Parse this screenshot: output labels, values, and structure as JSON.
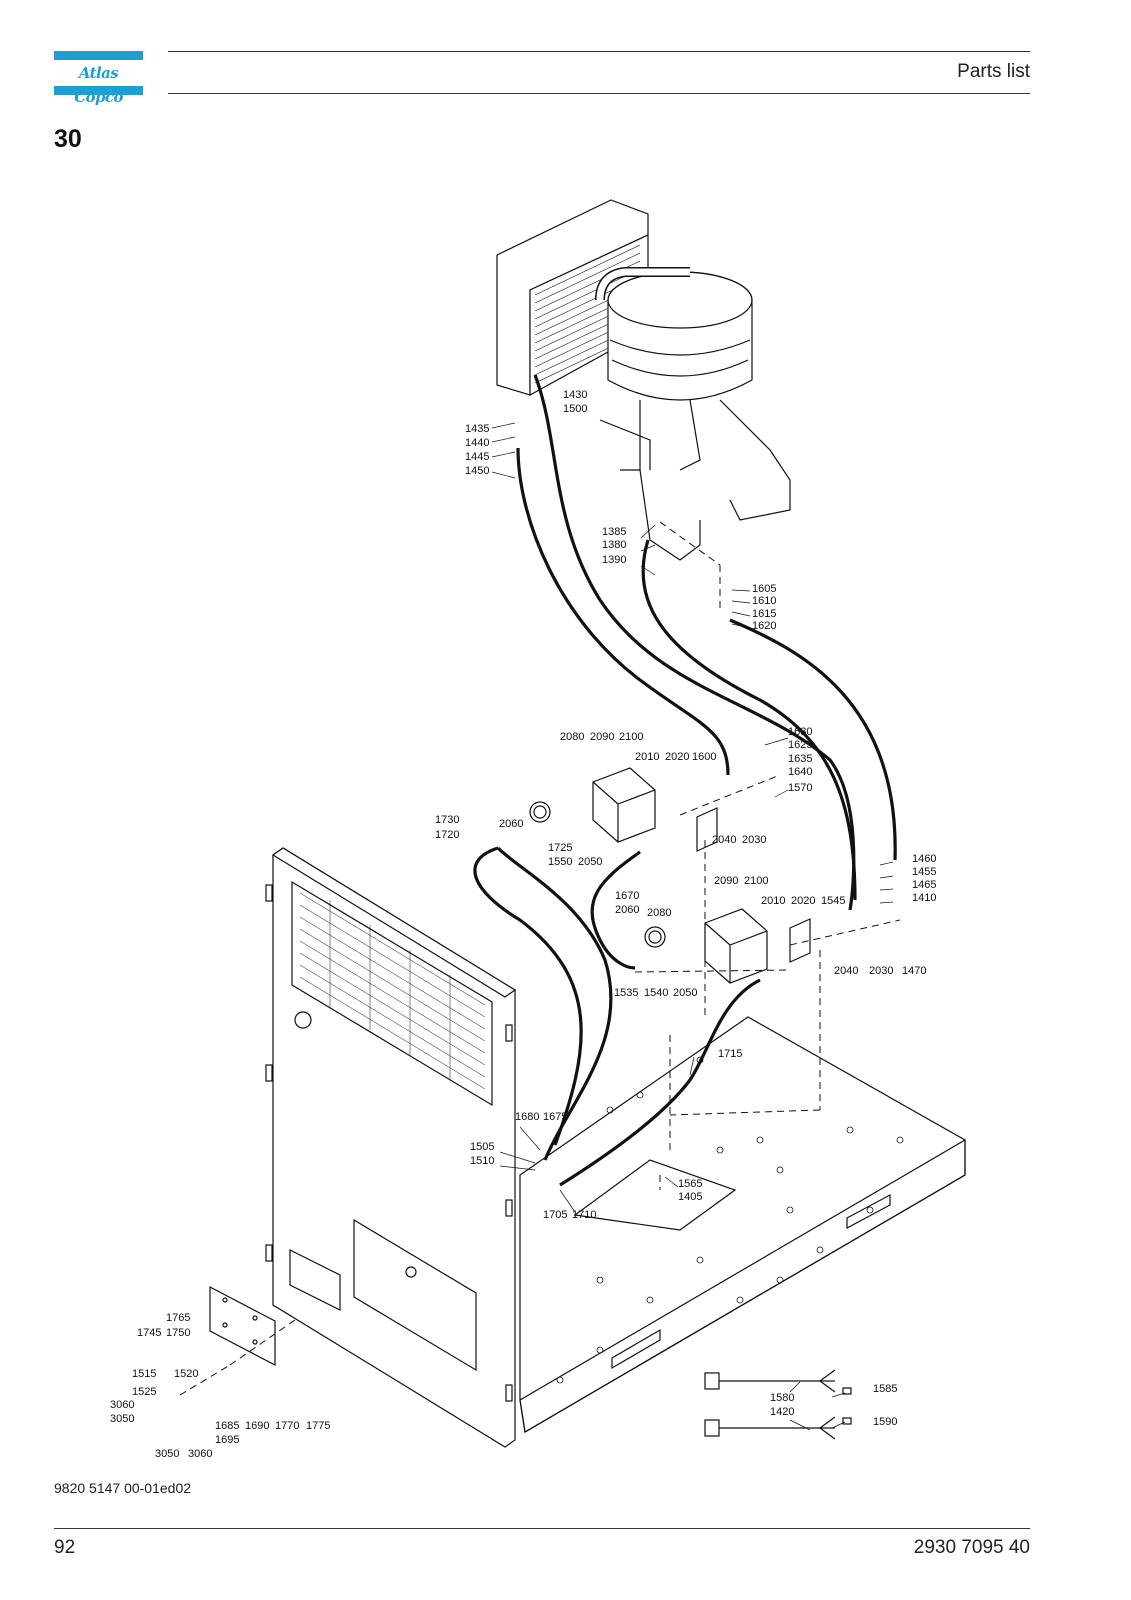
{
  "header": {
    "logo_text": "Atlas Copco",
    "title": "Parts list",
    "brand_color": "#1f9fd1"
  },
  "section": {
    "number": "30"
  },
  "drawing": {
    "callouts": [
      "1430",
      "1500",
      "1435",
      "1440",
      "1445",
      "1450",
      "1385",
      "1380",
      "1390",
      "1605",
      "1610",
      "1615",
      "1620",
      "2080",
      "2090",
      "2100",
      "1630",
      "2010",
      "2020",
      "1600",
      "1625",
      "1635",
      "1640",
      "1570",
      "1730",
      "1720",
      "2060",
      "1725",
      "1550",
      "2050",
      "2040",
      "2030",
      "1460",
      "1455",
      "1465",
      "1410",
      "2090",
      "2100",
      "1670",
      "2060",
      "2080",
      "2010",
      "2020",
      "1545",
      "2040",
      "2030",
      "1470",
      "1535",
      "1540",
      "2050",
      "1715",
      "1680",
      "1675",
      "1505",
      "1510",
      "1565",
      "1405",
      "1705",
      "1710",
      "1765",
      "1745",
      "1750",
      "1515",
      "1520",
      "1525",
      "3060",
      "3050",
      "1685",
      "1695",
      "1690",
      "1770",
      "1775",
      "3050",
      "3060",
      "1580",
      "1420",
      "1585",
      "1590"
    ]
  },
  "footer": {
    "ref": "9820 5147 00-01ed02",
    "page_number": "92",
    "doc_number": "2930 7095 40"
  }
}
